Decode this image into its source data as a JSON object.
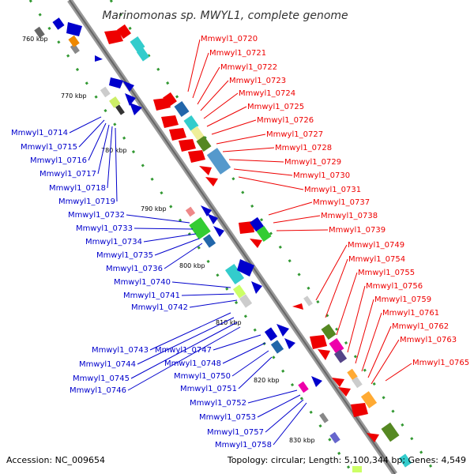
{
  "title": "Marinomonas sp. MWYL1, complete genome",
  "footer": {
    "accession": "Accession: NC_009654",
    "summary": "Topology: circular; Length: 5,100,344 bp; Genes: 4,549"
  },
  "kbp_markers": [
    "760 kbp",
    "770 kbp",
    "780 kbp",
    "790 kbp",
    "800 kbp",
    "810 kbp",
    "820 kbp",
    "830 kbp"
  ],
  "labels_red": [
    "Mmwyl1_0720",
    "Mmwyl1_0721",
    "Mmwyl1_0722",
    "Mmwyl1_0723",
    "Mmwyl1_0724",
    "Mmwyl1_0725",
    "Mmwyl1_0726",
    "Mmwyl1_0727",
    "Mmwyl1_0728",
    "Mmwyl1_0729",
    "Mmwyl1_0730",
    "Mmwyl1_0731",
    "Mmwyl1_0737",
    "Mmwyl1_0738",
    "Mmwyl1_0739",
    "Mmwyl1_0749",
    "Mmwyl1_0754",
    "Mmwyl1_0755",
    "Mmwyl1_0756",
    "Mmwyl1_0759",
    "Mmwyl1_0761",
    "Mmwyl1_0762",
    "Mmwyl1_0763",
    "Mmwyl1_0765"
  ],
  "labels_blue": [
    "Mmwyl1_0714",
    "Mmwyl1_0715",
    "Mmwyl1_0716",
    "Mmwyl1_0717",
    "Mmwyl1_0718",
    "Mmwyl1_0719",
    "Mmwyl1_0732",
    "Mmwyl1_0733",
    "Mmwyl1_0734",
    "Mmwyl1_0735",
    "Mmwyl1_0736",
    "Mmwyl1_0740",
    "Mmwyl1_0741",
    "Mmwyl1_0742",
    "Mmwyl1_0743",
    "Mmwyl1_0747",
    "Mmwyl1_0748",
    "Mmwyl1_0744",
    "Mmwyl1_0750",
    "Mmwyl1_0745",
    "Mmwyl1_0751",
    "Mmwyl1_0746",
    "Mmwyl1_0752",
    "Mmwyl1_0753",
    "Mmwyl1_0757",
    "Mmwyl1_0758"
  ],
  "colors": {
    "forward_strand": "#ee0000",
    "reverse_strand": "#0000cc",
    "backbone": "#999999",
    "gc_dots": "#339933"
  }
}
